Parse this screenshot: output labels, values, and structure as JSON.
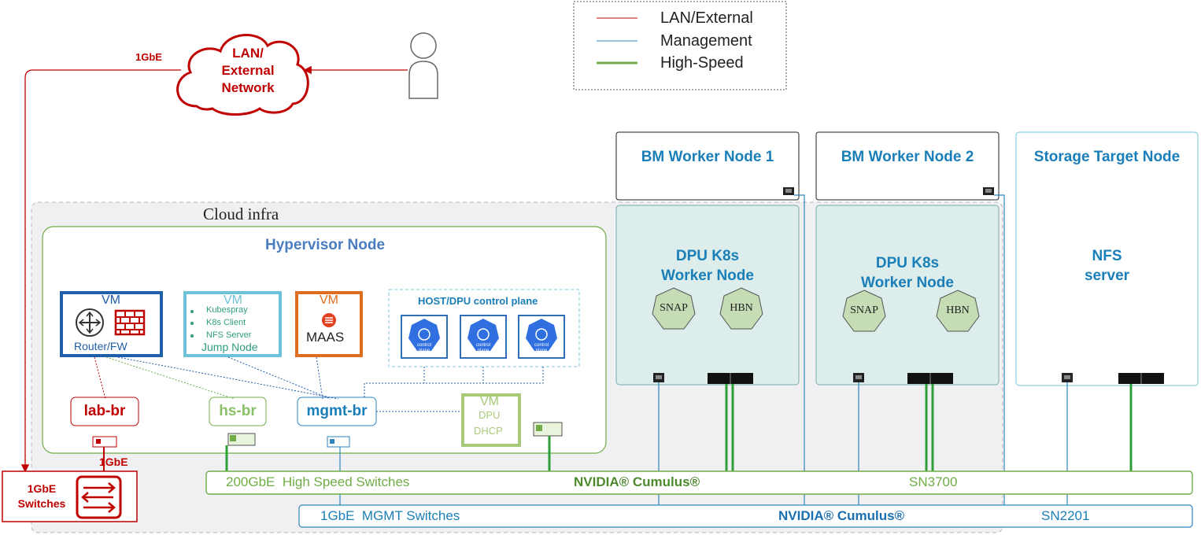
{
  "legend": {
    "items": [
      {
        "label": "LAN/External",
        "color": "#c00000"
      },
      {
        "label": "Management",
        "color": "#2e86c1"
      },
      {
        "label": "High-Speed",
        "color": "#70ad47"
      }
    ]
  },
  "cloud": {
    "text": "LAN/\nExternal\nNetwork",
    "link_label": "1GbE"
  },
  "cloud_infra": {
    "label": "Cloud infra"
  },
  "hypervisor": {
    "title": "Hypervisor Node",
    "router_vm": {
      "vm": "VM",
      "label": "Router/FW"
    },
    "jump_vm": {
      "vm": "VM",
      "items": [
        "Kubespray",
        "K8s Client",
        "NFS Server"
      ],
      "label": "Jump Node"
    },
    "maas_vm": {
      "vm": "VM",
      "label": "MAAS"
    },
    "control_plane": {
      "title": "HOST/DPU control plane",
      "icon_caption": "control plane"
    },
    "dhcp_vm": {
      "vm": "VM",
      "line1": "DPU",
      "line2": "DHCP"
    },
    "bridges": {
      "lab": "lab-br",
      "hs": "hs-br",
      "mgmt": "mgmt-br"
    }
  },
  "switch_1g": {
    "link_label": "1GbE",
    "label": "1GbE\nSwitches"
  },
  "nodes": {
    "bm1": "BM Worker Node 1",
    "bm2": "BM Worker Node 2",
    "storage": "Storage Target Node",
    "dpu1": "DPU K8s\nWorker Node",
    "dpu2": "DPU K8s\nWorker Node",
    "nfs": "NFS\nserver",
    "snap": "SNAP",
    "hbn": "HBN"
  },
  "switches": {
    "high_speed": {
      "name": "200GbE  High Speed Switches",
      "vendor": "NVIDIA® Cumulus®",
      "model": "SN3700"
    },
    "mgmt": {
      "name": "1GbE  MGMT Switches",
      "vendor": "NVIDIA® Cumulus®",
      "model": "SN2201"
    }
  },
  "colors": {
    "lan": "#c00000",
    "mgmt": "#2e86c1",
    "hs": "#70ad47",
    "accent": "#1a7fb8"
  }
}
